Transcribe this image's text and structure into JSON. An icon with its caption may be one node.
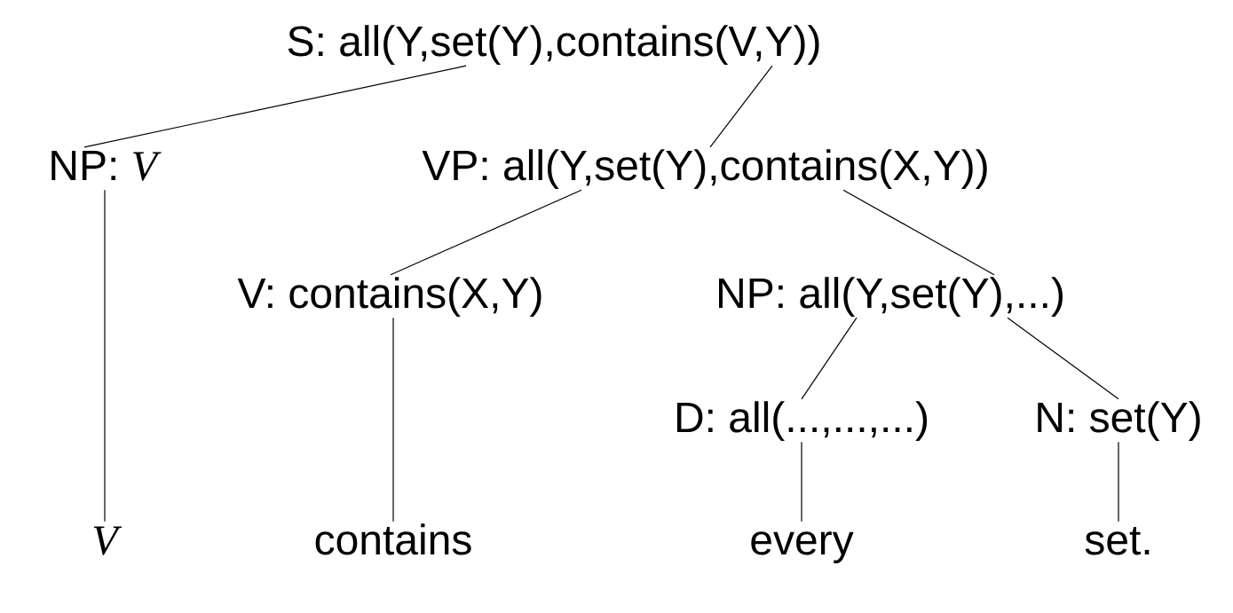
{
  "diagram": {
    "nodes": [
      {
        "text": [
          "S: all(Y,set(Y),contains(V,Y))"
        ]
      },
      {
        "text": [
          "NP: *V*"
        ]
      },
      {
        "text": [
          "VP: all(Y,set(Y),contains(X,Y))"
        ]
      },
      {
        "text": [
          "V: contains(X,Y)"
        ]
      },
      {
        "text": [
          "NP: all(Y,set(Y),...)"
        ]
      },
      {
        "text": [
          "D: all(...,...,...)"
        ]
      },
      {
        "text": [
          "N: set(Y)"
        ]
      },
      {
        "text": [
          "V"
        ]
      },
      {
        "text": [
          "contains"
        ]
      },
      {
        "text": [
          "every"
        ]
      },
      {
        "text": [
          "set."
        ]
      }
    ],
    "edges": [
      {
        "from": 0,
        "to": 1,
        "arrow": "none"
      },
      {
        "from": 0,
        "to": 2,
        "arrow": "none"
      },
      {
        "from": 2,
        "to": 3,
        "arrow": "none"
      },
      {
        "from": 2,
        "to": 4,
        "arrow": "none"
      },
      {
        "from": 1,
        "to": 7,
        "arrow": "none"
      },
      {
        "from": 3,
        "to": 8,
        "arrow": "none"
      },
      {
        "from": 4,
        "to": 5,
        "arrow": "none"
      },
      {
        "from": 4,
        "to": 6,
        "arrow": "none"
      },
      {
        "from": 5,
        "to": 9,
        "arrow": "none"
      },
      {
        "from": 6,
        "to": 10,
        "arrow": "none"
      }
    ]
  }
}
